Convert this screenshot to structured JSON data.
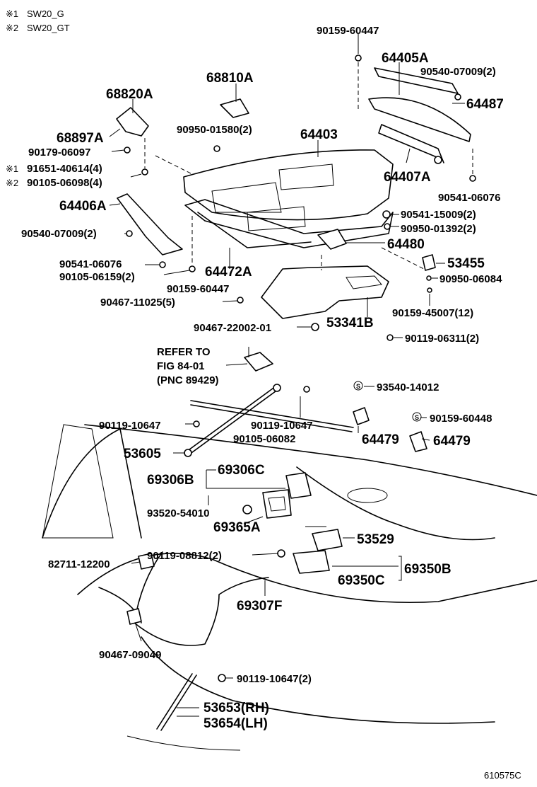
{
  "notes": [
    {
      "mark": "※1",
      "text": "SW20_G"
    },
    {
      "mark": "※2",
      "text": "SW20_GT"
    }
  ],
  "labels": {
    "p90159_60447_top": "90159-60447",
    "p64405A": "64405A",
    "p90540_07009_2_r": "90540-07009(2)",
    "p64487": "64487",
    "p68810A": "68810A",
    "p68820A": "68820A",
    "p90950_01580_2": "90950-01580(2)",
    "p64403": "64403",
    "p68897A": "68897A",
    "p90179_06097": "90179-06097",
    "p91651_40614_4": "91651-40614(4)",
    "p90105_06098_4": "90105-06098(4)",
    "p64407A": "64407A",
    "p90541_06076_r": "90541-06076",
    "p64406A": "64406A",
    "p90541_15009_2": "90541-15009(2)",
    "p90950_01392_2": "90950-01392(2)",
    "p90540_07009_2_l": "90540-07009(2)",
    "p64480": "64480",
    "p90541_06076_l": "90541-06076",
    "p90105_06159_2": "90105-06159(2)",
    "p64472A": "64472A",
    "p53455": "53455",
    "p90950_06084": "90950-06084",
    "p90159_60447_mid": "90159-60447",
    "p90467_11025_5": "90467-11025(5)",
    "p90159_45007_12": "90159-45007(12)",
    "p90467_22002_01": "90467-22002-01",
    "p53341B": "53341B",
    "p90119_06311_2": "90119-06311(2)",
    "refer1": "REFER TO",
    "refer2": "FIG 84-01",
    "refer3": "(PNC 89429)",
    "p93540_14012": "93540-14012",
    "p90119_10647_l": "90119-10647",
    "p90119_10647_m": "90119-10647",
    "p90105_06082": "90105-06082",
    "p90159_60448": "90159-60448",
    "p64479_a": "64479",
    "p64479_b": "64479",
    "p53605": "53605",
    "p69306C": "69306C",
    "p69306B": "69306B",
    "p93520_54010": "93520-54010",
    "p69365A": "69365A",
    "p53529": "53529",
    "p82711_12200": "82711-12200",
    "p90119_08812_2": "90119-08812(2)",
    "p69350C": "69350C",
    "p69350B": "69350B",
    "p69307F": "69307F",
    "p90467_09049": "90467-09049",
    "p90119_10647_2": "90119-10647(2)",
    "p53653_RH": "53653(RH)",
    "p53654_LH": "53654(LH)",
    "footer_code": "610575C"
  }
}
